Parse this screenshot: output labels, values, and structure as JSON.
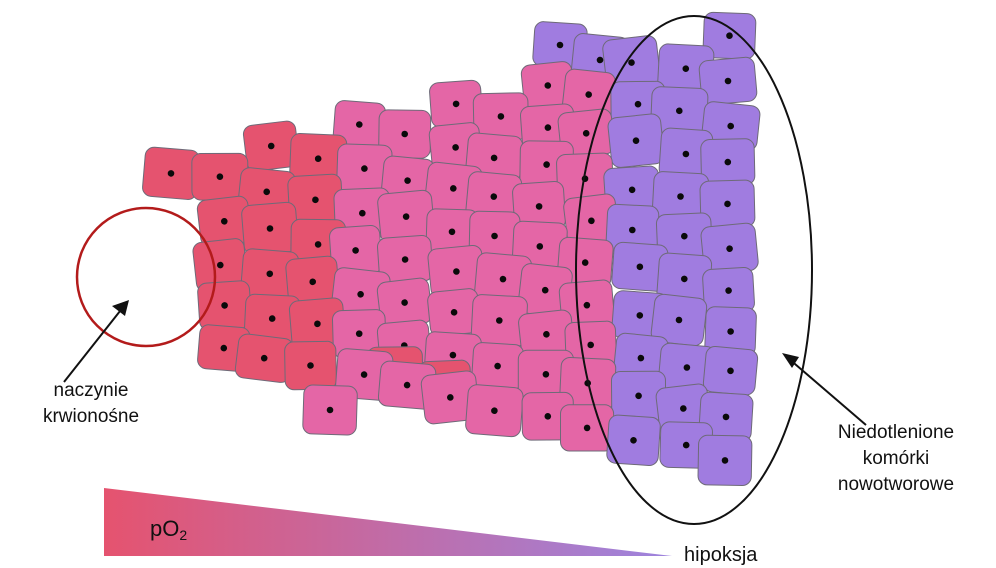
{
  "labels": {
    "vessel_line1": "naczynie",
    "vessel_line2": "krwionośne",
    "hypoxic_line1": "Niedotlenione",
    "hypoxic_line2": "komórki",
    "hypoxic_line3": "nowotworowe",
    "po2_main": "pO",
    "po2_sub": "2",
    "hypoxia": "hipoksja"
  },
  "colors": {
    "normoxic_cell": "#e5536f",
    "intermediate_cell": "#e466a6",
    "hypoxic_cell": "#a07ce0",
    "cell_border": "#6e6a78",
    "nucleus": "#0a0a0a",
    "vessel_outline": "#b31b1b",
    "ellipse_outline": "#111111",
    "gradient_start": "#e5536f",
    "gradient_end": "#9d84de"
  }
}
